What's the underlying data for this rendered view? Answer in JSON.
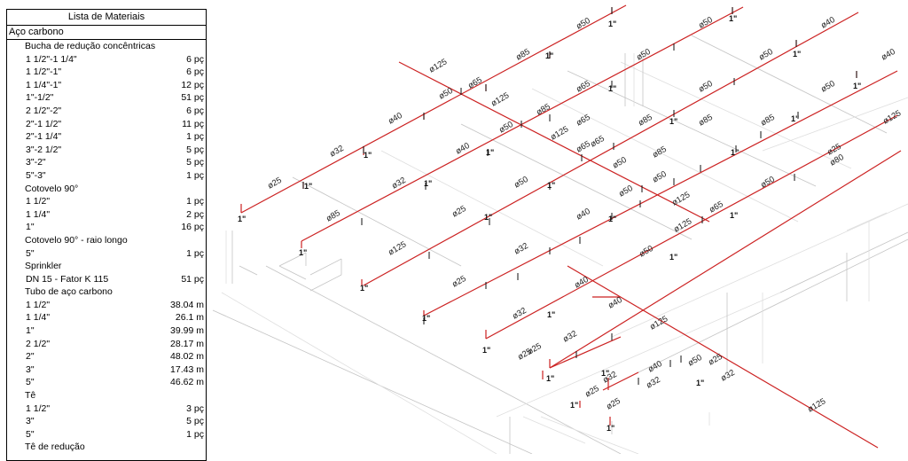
{
  "bom": {
    "title": "Lista de Materiais",
    "section": "Aço carbono",
    "rows": [
      {
        "type": "group",
        "label": "Bucha de redução concêntricas",
        "qty": ""
      },
      {
        "type": "item",
        "label": "1 1/2\"-1 1/4\"",
        "qty": "6 pç"
      },
      {
        "type": "item",
        "label": "1 1/2\"-1\"",
        "qty": "6 pç"
      },
      {
        "type": "item",
        "label": "1 1/4\"-1\"",
        "qty": "12 pç"
      },
      {
        "type": "item",
        "label": "1\"-1/2\"",
        "qty": "51 pç"
      },
      {
        "type": "item",
        "label": "2 1/2\"-2\"",
        "qty": "6 pç"
      },
      {
        "type": "item",
        "label": "2\"-1 1/2\"",
        "qty": "11 pç"
      },
      {
        "type": "item",
        "label": "2\"-1 1/4\"",
        "qty": "1 pç"
      },
      {
        "type": "item",
        "label": "3\"-2 1/2\"",
        "qty": "5 pç"
      },
      {
        "type": "item",
        "label": "3\"-2\"",
        "qty": "5 pç"
      },
      {
        "type": "item",
        "label": "5\"-3\"",
        "qty": "1 pç"
      },
      {
        "type": "group",
        "label": "Cotovelo 90°",
        "qty": ""
      },
      {
        "type": "item",
        "label": "1 1/2\"",
        "qty": "1 pç"
      },
      {
        "type": "item",
        "label": "1 1/4\"",
        "qty": "2 pç"
      },
      {
        "type": "item",
        "label": "1\"",
        "qty": "16 pç"
      },
      {
        "type": "group",
        "label": "Cotovelo 90° - raio longo",
        "qty": ""
      },
      {
        "type": "item",
        "label": "5\"",
        "qty": "1 pç"
      },
      {
        "type": "group",
        "label": "Sprinkler",
        "qty": ""
      },
      {
        "type": "item",
        "label": "DN 15 - Fator K 115",
        "qty": "51 pç"
      },
      {
        "type": "group",
        "label": "Tubo de aço carbono",
        "qty": ""
      },
      {
        "type": "item",
        "label": "1 1/2\"",
        "qty": "38.04 m"
      },
      {
        "type": "item",
        "label": "1 1/4\"",
        "qty": "26.1 m"
      },
      {
        "type": "item",
        "label": "1\"",
        "qty": "39.99 m"
      },
      {
        "type": "item",
        "label": "2 1/2\"",
        "qty": "28.17 m"
      },
      {
        "type": "item",
        "label": "2\"",
        "qty": "48.02 m"
      },
      {
        "type": "item",
        "label": "3\"",
        "qty": "17.43 m"
      },
      {
        "type": "item",
        "label": "5\"",
        "qty": "46.62 m"
      },
      {
        "type": "group",
        "label": "Tê",
        "qty": ""
      },
      {
        "type": "item",
        "label": "1 1/2\"",
        "qty": "3 pç"
      },
      {
        "type": "item",
        "label": "3\"",
        "qty": "5 pç"
      },
      {
        "type": "item",
        "label": "5\"",
        "qty": "1 pç"
      },
      {
        "type": "group",
        "label": "Tê de redução",
        "qty": ""
      }
    ]
  },
  "drawing": {
    "pipe_color": "#cc2222",
    "labels": [
      "ø50",
      "ø50",
      "ø40",
      "ø50",
      "ø50",
      "ø40",
      "ø125",
      "ø65",
      "ø85",
      "ø65",
      "ø50",
      "ø50",
      "ø50",
      "ø125",
      "ø85",
      "ø65",
      "ø85",
      "ø85",
      "ø85",
      "ø50",
      "ø40",
      "ø125",
      "ø50",
      "ø65",
      "ø50",
      "ø125",
      "ø32",
      "ø40",
      "ø50",
      "ø65",
      "ø85",
      "ø50",
      "ø80",
      "ø25",
      "ø32",
      "ø40",
      "ø50",
      "ø125",
      "ø65",
      "ø85",
      "ø25",
      "ø32",
      "ø40",
      "ø50",
      "ø125",
      "ø25",
      "ø32",
      "ø40",
      "ø125",
      "ø25",
      "ø32",
      "ø40",
      "ø125",
      "ø25",
      "ø32",
      "ø50",
      "ø32",
      "ø25",
      "ø25",
      "ø32",
      "ø25",
      "ø25",
      "ø125"
    ],
    "inch_mark": "1\""
  }
}
